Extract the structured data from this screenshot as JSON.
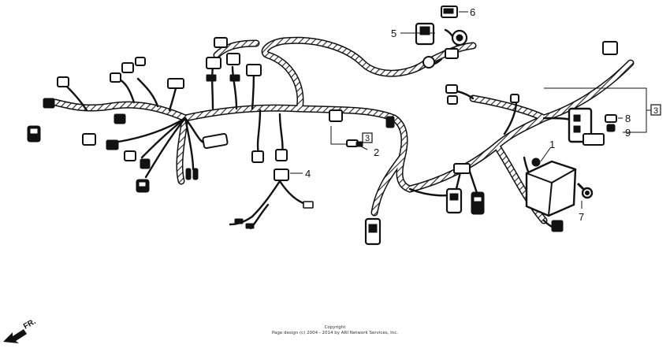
{
  "callouts": [
    {
      "id": "1",
      "label": "1"
    },
    {
      "id": "2",
      "label": "2"
    },
    {
      "id": "3a",
      "label": "3"
    },
    {
      "id": "3b",
      "label": "3"
    },
    {
      "id": "4",
      "label": "4"
    },
    {
      "id": "5",
      "label": "5"
    },
    {
      "id": "6",
      "label": "6"
    },
    {
      "id": "7",
      "label": "7"
    },
    {
      "id": "8",
      "label": "8"
    },
    {
      "id": "9",
      "label": "9"
    }
  ],
  "orientation": {
    "label": "FR."
  },
  "footer": {
    "line1": "Copyright",
    "line2": "Page design (c) 2004 - 2014 by ARI Network Services, Inc."
  },
  "colors": {
    "ink": "#111111",
    "background": "#ffffff"
  }
}
